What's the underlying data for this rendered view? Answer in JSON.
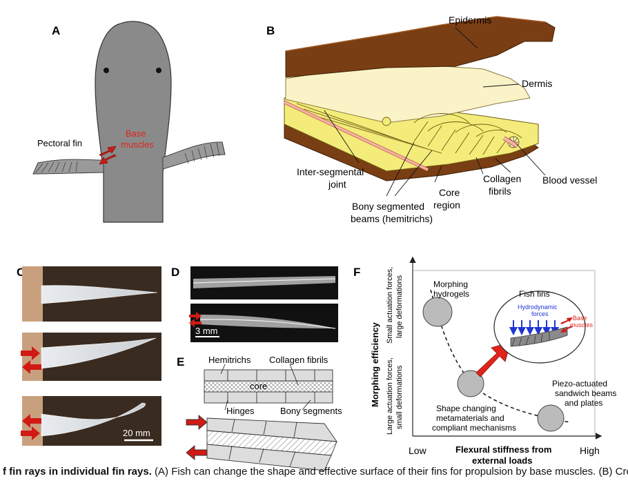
{
  "panels": {
    "A": "A",
    "B": "B",
    "C": "C",
    "D": "D",
    "E": "E",
    "F": "F"
  },
  "panelA": {
    "pectoral_fin": "Pectoral fin",
    "base_muscles_1": "Base",
    "base_muscles_2": "muscles"
  },
  "panelB": {
    "epidermis": "Epidermis",
    "dermis": "Dermis",
    "joint_1": "Inter-segmental",
    "joint_2": "joint",
    "beams_1": "Bony segmented",
    "beams_2": "beams (hemitrichs)",
    "core_1": "Core",
    "core_2": "region",
    "collagen_1": "Collagen",
    "collagen_2": "fibrils",
    "vessel": "Blood vessel"
  },
  "panelC": {
    "scale": "20 mm"
  },
  "panelD": {
    "scale": "3 mm"
  },
  "panelE": {
    "hemitrichs": "Hemitrichs",
    "collagen": "Collagen fibrils",
    "core": "core",
    "hinges": "Hinges",
    "bony": "Bony segments"
  },
  "panelF": {
    "y_title": "Morphing efficiency",
    "y_top_1": "Small actuation forces,",
    "y_top_2": "large deformations",
    "y_bot_1": "Large actuation forces,",
    "y_bot_2": "small deformations",
    "x_title_1": "Flexural stiffness from",
    "x_title_2": "external loads",
    "x_low": "Low",
    "x_high": "High",
    "hydrogels_1": "Morphing",
    "hydrogels_2": "hydrogels",
    "meta_1": "Shape changing",
    "meta_2": "metamaterials and",
    "meta_3": "compliant mechanisms",
    "piezo_1": "Piezo-actuated",
    "piezo_2": "sandwich beams",
    "piezo_3": "and plates",
    "fish": "Fish fins",
    "hydro_1": "Hydrodynamic",
    "hydro_2": "forces",
    "base_1": "Base",
    "base_2": "muscles"
  },
  "caption": {
    "bold": "f fin rays in individual fin rays.",
    "rest": " (A) Fish can change the shape and effective surface of their fins for propulsion by base muscles. (B) Cross-section"
  },
  "colors": {
    "arrow_red": "#d11a14",
    "body_gray": "#8a8a8a",
    "skin_brown": "#7a3e14",
    "dermis_cream": "#fbf3c8",
    "bone_yellow": "#f3ec7a",
    "vessel_pink": "#f4b6a6",
    "hydro_blue": "#1f35d6",
    "label_red": "#e0241b"
  }
}
